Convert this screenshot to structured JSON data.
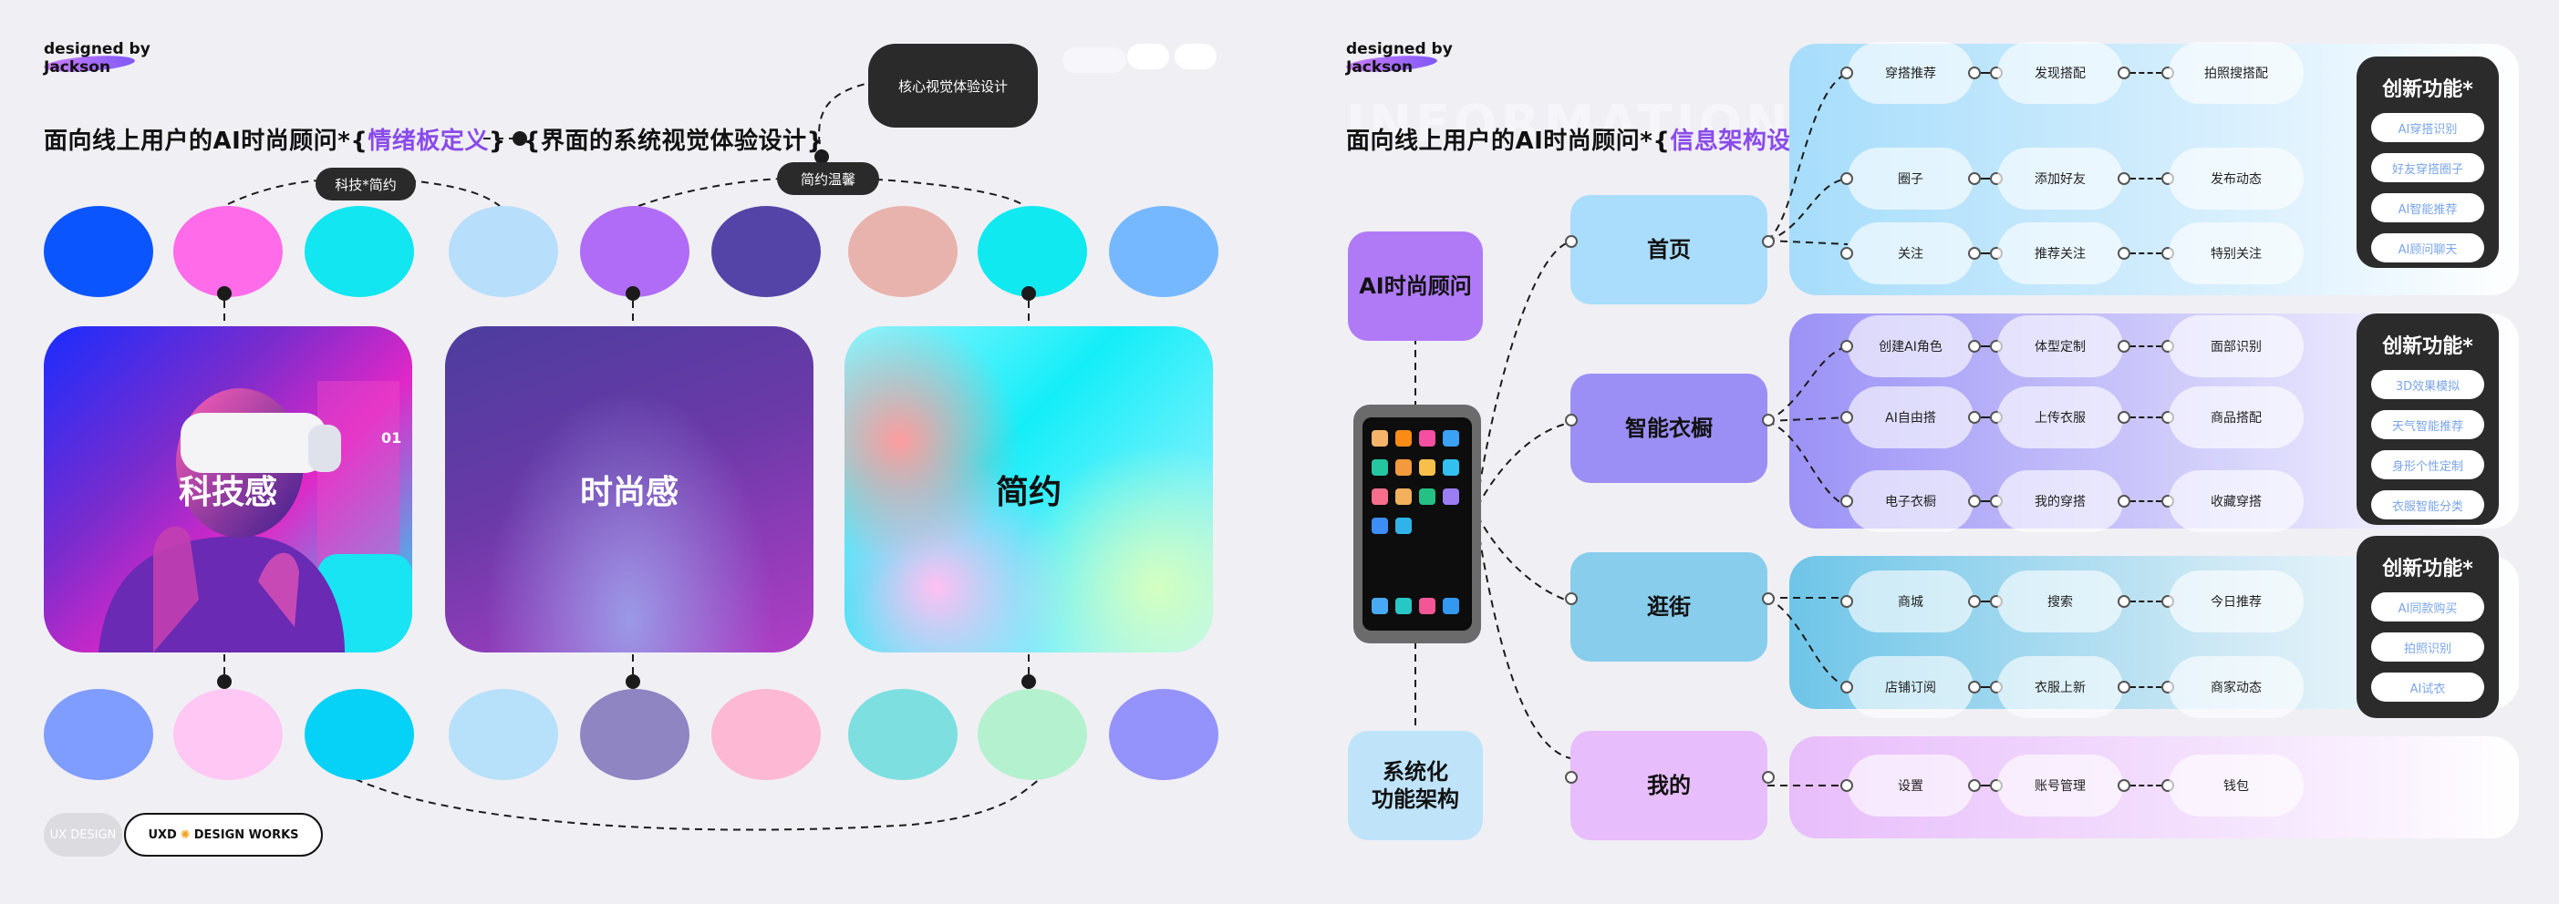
{
  "brand": {
    "line1": "designed by",
    "line2": "Jackson"
  },
  "left": {
    "title_pre": "面向线上用户的AI时尚顾问*{",
    "title_hl": "情绪板定义",
    "title_mid": "}",
    "title_post": "{界面的系统视觉体验设计}",
    "core_label": "核心视觉体验设计",
    "tag_tech": "科技*简约",
    "tag_simple": "简约温馨",
    "moods": [
      {
        "label": "科技感"
      },
      {
        "label": "时尚感"
      },
      {
        "label": "简约"
      }
    ],
    "top_swatches": [
      "#0b55ff",
      "#ff6be8",
      "#12e6f0",
      "#b7defb",
      "#b06cf7",
      "#5544a8",
      "#e9b3ad",
      "#10e9ef",
      "#76b8ff"
    ],
    "bottom_swatches": [
      "#7f9cff",
      "#fec7f4",
      "#06d1f6",
      "#b7e0fb",
      "#8f85c3",
      "#fdb8d3",
      "#7ddfe0",
      "#b4f1cf",
      "#9493fb"
    ],
    "footer_tag1": "UX DESIGN",
    "footer_tag2": "UXD",
    "footer_tag2_icon": "sun-icon",
    "footer_tag2_rest": "DESIGN WORKS"
  },
  "right": {
    "title_pre": "面向线上用户的AI时尚顾问*{",
    "title_hl": "信息架构设计",
    "title_mid": "}",
    "ghost": "INFORMATION ARCHITECTURE",
    "ai_label": "AI时尚顾问",
    "sys_label1": "系统化",
    "sys_label2": "功能架构",
    "modules": [
      {
        "label": "首页",
        "rows": [
          [
            "穿搭推荐",
            "发现搭配",
            "拍照搜搭配"
          ],
          [
            "圈子",
            "添加好友",
            "发布动态"
          ],
          [
            "关注",
            "推荐关注",
            "特别关注"
          ]
        ]
      },
      {
        "label": "智能衣橱",
        "rows": [
          [
            "创建AI角色",
            "体型定制",
            "面部识别"
          ],
          [
            "AI自由搭",
            "上传衣服",
            "商品搭配"
          ],
          [
            "电子衣橱",
            "我的穿搭",
            "收藏穿搭"
          ]
        ]
      },
      {
        "label": "逛街",
        "rows": [
          [
            "商城",
            "搜索",
            "今日推荐"
          ],
          [
            "店铺订阅",
            "衣服上新",
            "商家动态"
          ]
        ]
      },
      {
        "label": "我的",
        "rows": [
          [
            "设置",
            "账号管理",
            "钱包"
          ]
        ]
      }
    ],
    "innovations": [
      {
        "title": "创新功能*",
        "items": [
          "AI穿搭识别",
          "好友穿搭圈子",
          "AI智能推荐",
          "AI顾问聊天"
        ]
      },
      {
        "title": "创新功能*",
        "items": [
          "3D效果模拟",
          "天气智能推荐",
          "身形个性定制",
          "衣服智能分类"
        ]
      },
      {
        "title": "创新功能*",
        "items": [
          "AI同款购买",
          "拍照识别",
          "AI试衣"
        ]
      }
    ]
  }
}
